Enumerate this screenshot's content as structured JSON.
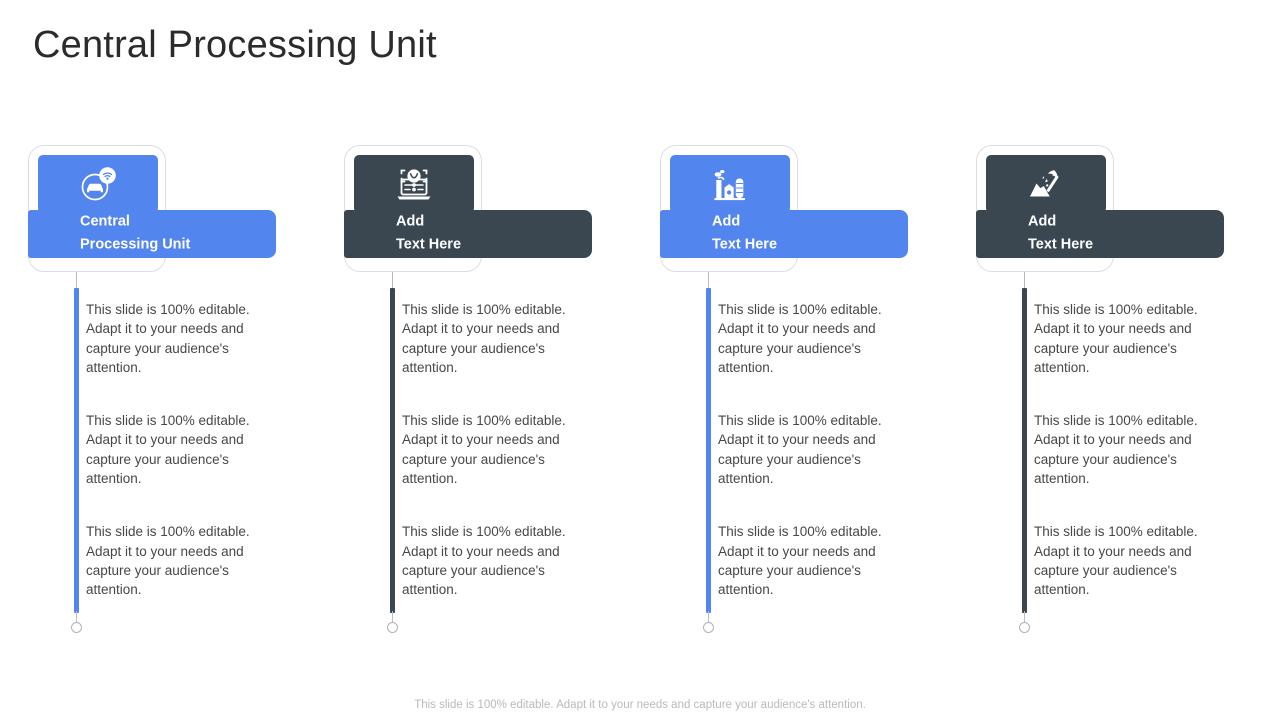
{
  "slide": {
    "title": "Central Processing Unit",
    "footer_note": "This slide is 100% editable. Adapt it to your needs and capture your audience's attention."
  },
  "theme": {
    "blue": "#5385ee",
    "dark": "#3a4750",
    "text": "#474747",
    "title_color": "#2b2b2b",
    "footer_color": "#b9babc",
    "card_border": "#dcdee1",
    "connector": "#b9bcc0"
  },
  "body_text": "This slide is 100% editable. Adapt it to your needs and capture your audience's attention.",
  "columns": [
    {
      "id": "column-1",
      "label": "Central\nProcessing Unit",
      "accent": "#5385ee",
      "icon": "connected-car-icon",
      "items": [
        "This slide is 100% editable. Adapt it to your needs and capture your audience's attention.",
        "This slide is 100% editable. Adapt it to your needs and capture your audience's attention.",
        "This slide is 100% editable. Adapt it to your needs and capture your audience's attention."
      ]
    },
    {
      "id": "column-2",
      "label": "Add\nText Here",
      "accent": "#3a4750",
      "icon": "laptop-face-scan-icon",
      "items": [
        "This slide is 100% editable. Adapt it to your needs and capture your audience's attention.",
        "This slide is 100% editable. Adapt it to your needs and capture your audience's attention.",
        "This slide is 100% editable. Adapt it to your needs and capture your audience's attention."
      ]
    },
    {
      "id": "column-3",
      "label": "Add\nText Here",
      "accent": "#5385ee",
      "icon": "factory-plant-icon",
      "items": [
        "This slide is 100% editable. Adapt it to your needs and capture your audience's attention.",
        "This slide is 100% editable. Adapt it to your needs and capture your audience's attention.",
        "This slide is 100% editable. Adapt it to your needs and capture your audience's attention."
      ]
    },
    {
      "id": "column-4",
      "label": "Add\nText Here",
      "accent": "#3a4750",
      "icon": "pickaxe-mining-icon",
      "items": [
        "This slide is 100% editable. Adapt it to your needs and capture your audience's attention.",
        "This slide is 100% editable. Adapt it to your needs and capture your audience's attention.",
        "This slide is 100% editable. Adapt it to your needs and capture your audience's attention."
      ]
    }
  ]
}
